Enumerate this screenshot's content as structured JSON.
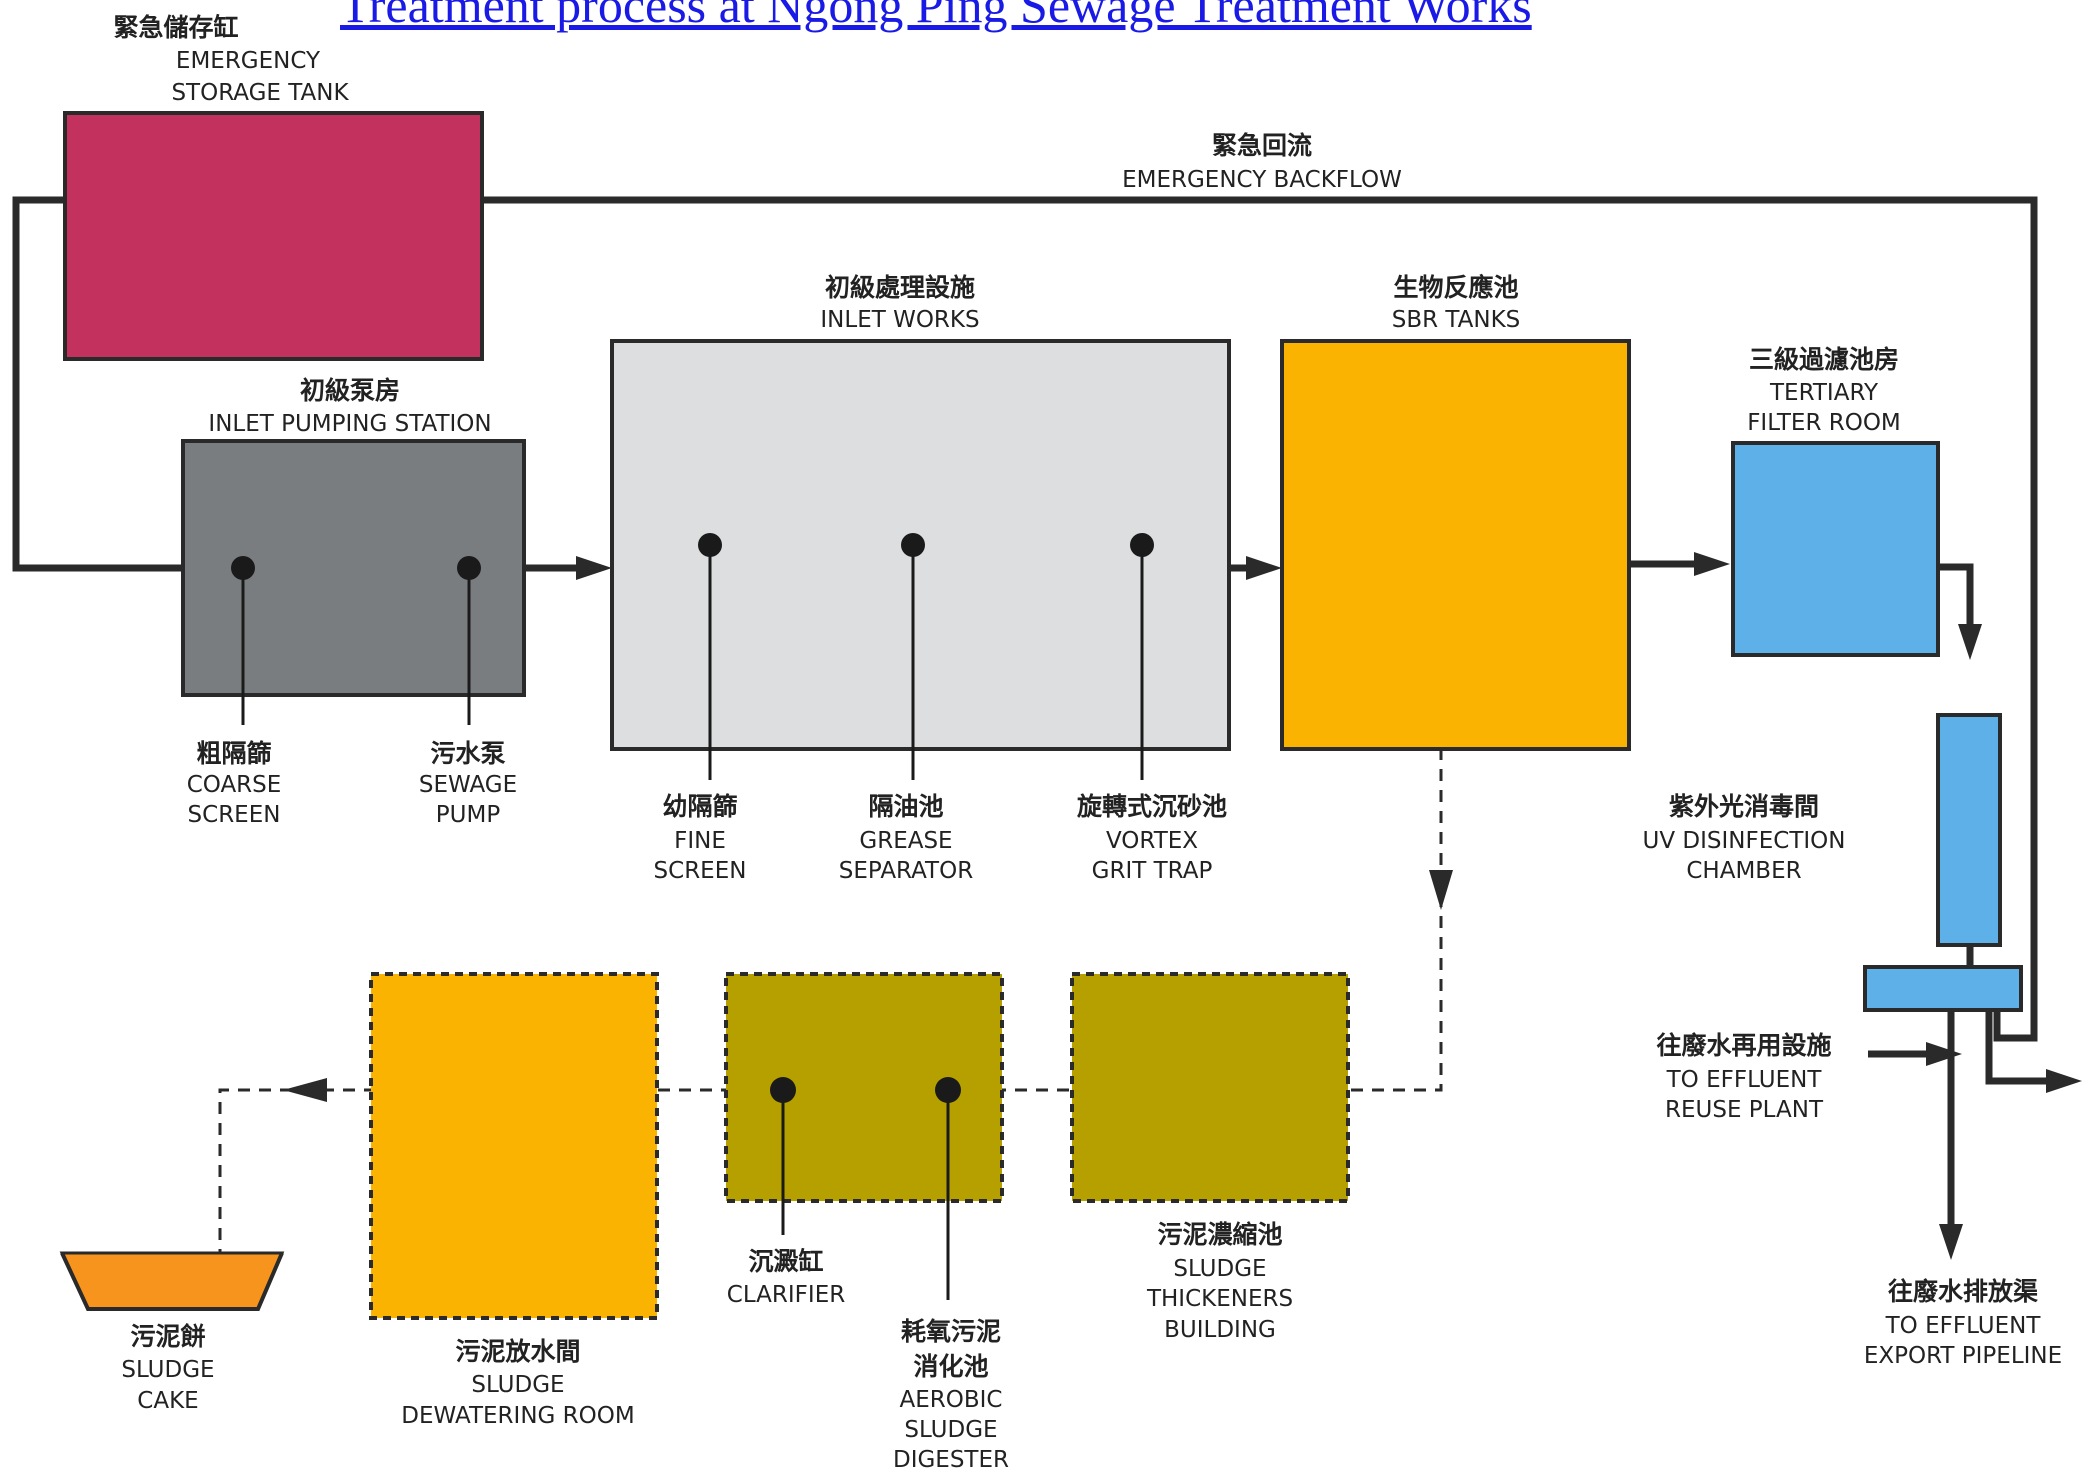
{
  "title": "Treatment process at Ngong Ping Sewage Treatment Works",
  "colors": {
    "emergency_storage": "#C3315E",
    "inlet_pumping": "#7A7D80",
    "inlet_works": "#DCDEDF",
    "sbr": "#F9B300",
    "tertiary": "#5EB0E8",
    "dewatering": "#F9B300",
    "digester": "#B5A000",
    "thickener": "#B5A000",
    "sludge_cake": "#F7941D"
  },
  "units": {
    "emergency_storage": {
      "zh": "緊急儲存缸",
      "en1": "EMERGENCY",
      "en2": "STORAGE TANK"
    },
    "emergency_backflow": {
      "zh": "緊急回流",
      "en1": "EMERGENCY BACKFLOW"
    },
    "inlet_pumping": {
      "zh": "初級泵房",
      "en1": "INLET PUMPING STATION"
    },
    "inlet_works": {
      "zh": "初級處理設施",
      "en1": "INLET WORKS"
    },
    "sbr": {
      "zh": "生物反應池",
      "en1": "SBR TANKS"
    },
    "tertiary": {
      "zh": "三級過濾池房",
      "en1": "TERTIARY",
      "en2": "FILTER ROOM"
    },
    "uv": {
      "zh": "紫外光消毒間",
      "en1": "UV DISINFECTION",
      "en2": "CHAMBER"
    },
    "reuse": {
      "zh": "往廢水再用設施",
      "en1": "TO EFFLUENT",
      "en2": "REUSE PLANT"
    },
    "export": {
      "zh": "往廢水排放渠",
      "en1": "TO EFFLUENT",
      "en2": "EXPORT PIPELINE"
    },
    "sludge_cake": {
      "zh": "污泥餅",
      "en1": "SLUDGE",
      "en2": "CAKE"
    },
    "dewatering": {
      "zh": "污泥放水間",
      "en1": "SLUDGE",
      "en2": "DEWATERING ROOM"
    },
    "thickeners": {
      "zh": "污泥濃縮池",
      "en1": "SLUDGE",
      "en2": "THICKENERS",
      "en3": "BUILDING"
    }
  },
  "components": {
    "coarse_screen": {
      "zh": "粗隔篩",
      "en1": "COARSE",
      "en2": "SCREEN"
    },
    "sewage_pump": {
      "zh": "污水泵",
      "en1": "SEWAGE",
      "en2": "PUMP"
    },
    "fine_screen": {
      "zh": "幼隔篩",
      "en1": "FINE",
      "en2": "SCREEN"
    },
    "grease_separator": {
      "zh": "隔油池",
      "en1": "GREASE",
      "en2": "SEPARATOR"
    },
    "vortex_grit_trap": {
      "zh": "旋轉式沉砂池",
      "en1": "VORTEX",
      "en2": "GRIT TRAP"
    },
    "clarifier": {
      "zh": "沉澱缸",
      "en1": "CLARIFIER"
    },
    "digester": {
      "zh1": "耗氧污泥",
      "zh2": "消化池",
      "en1": "AEROBIC",
      "en2": "SLUDGE",
      "en3": "DIGESTER"
    }
  }
}
